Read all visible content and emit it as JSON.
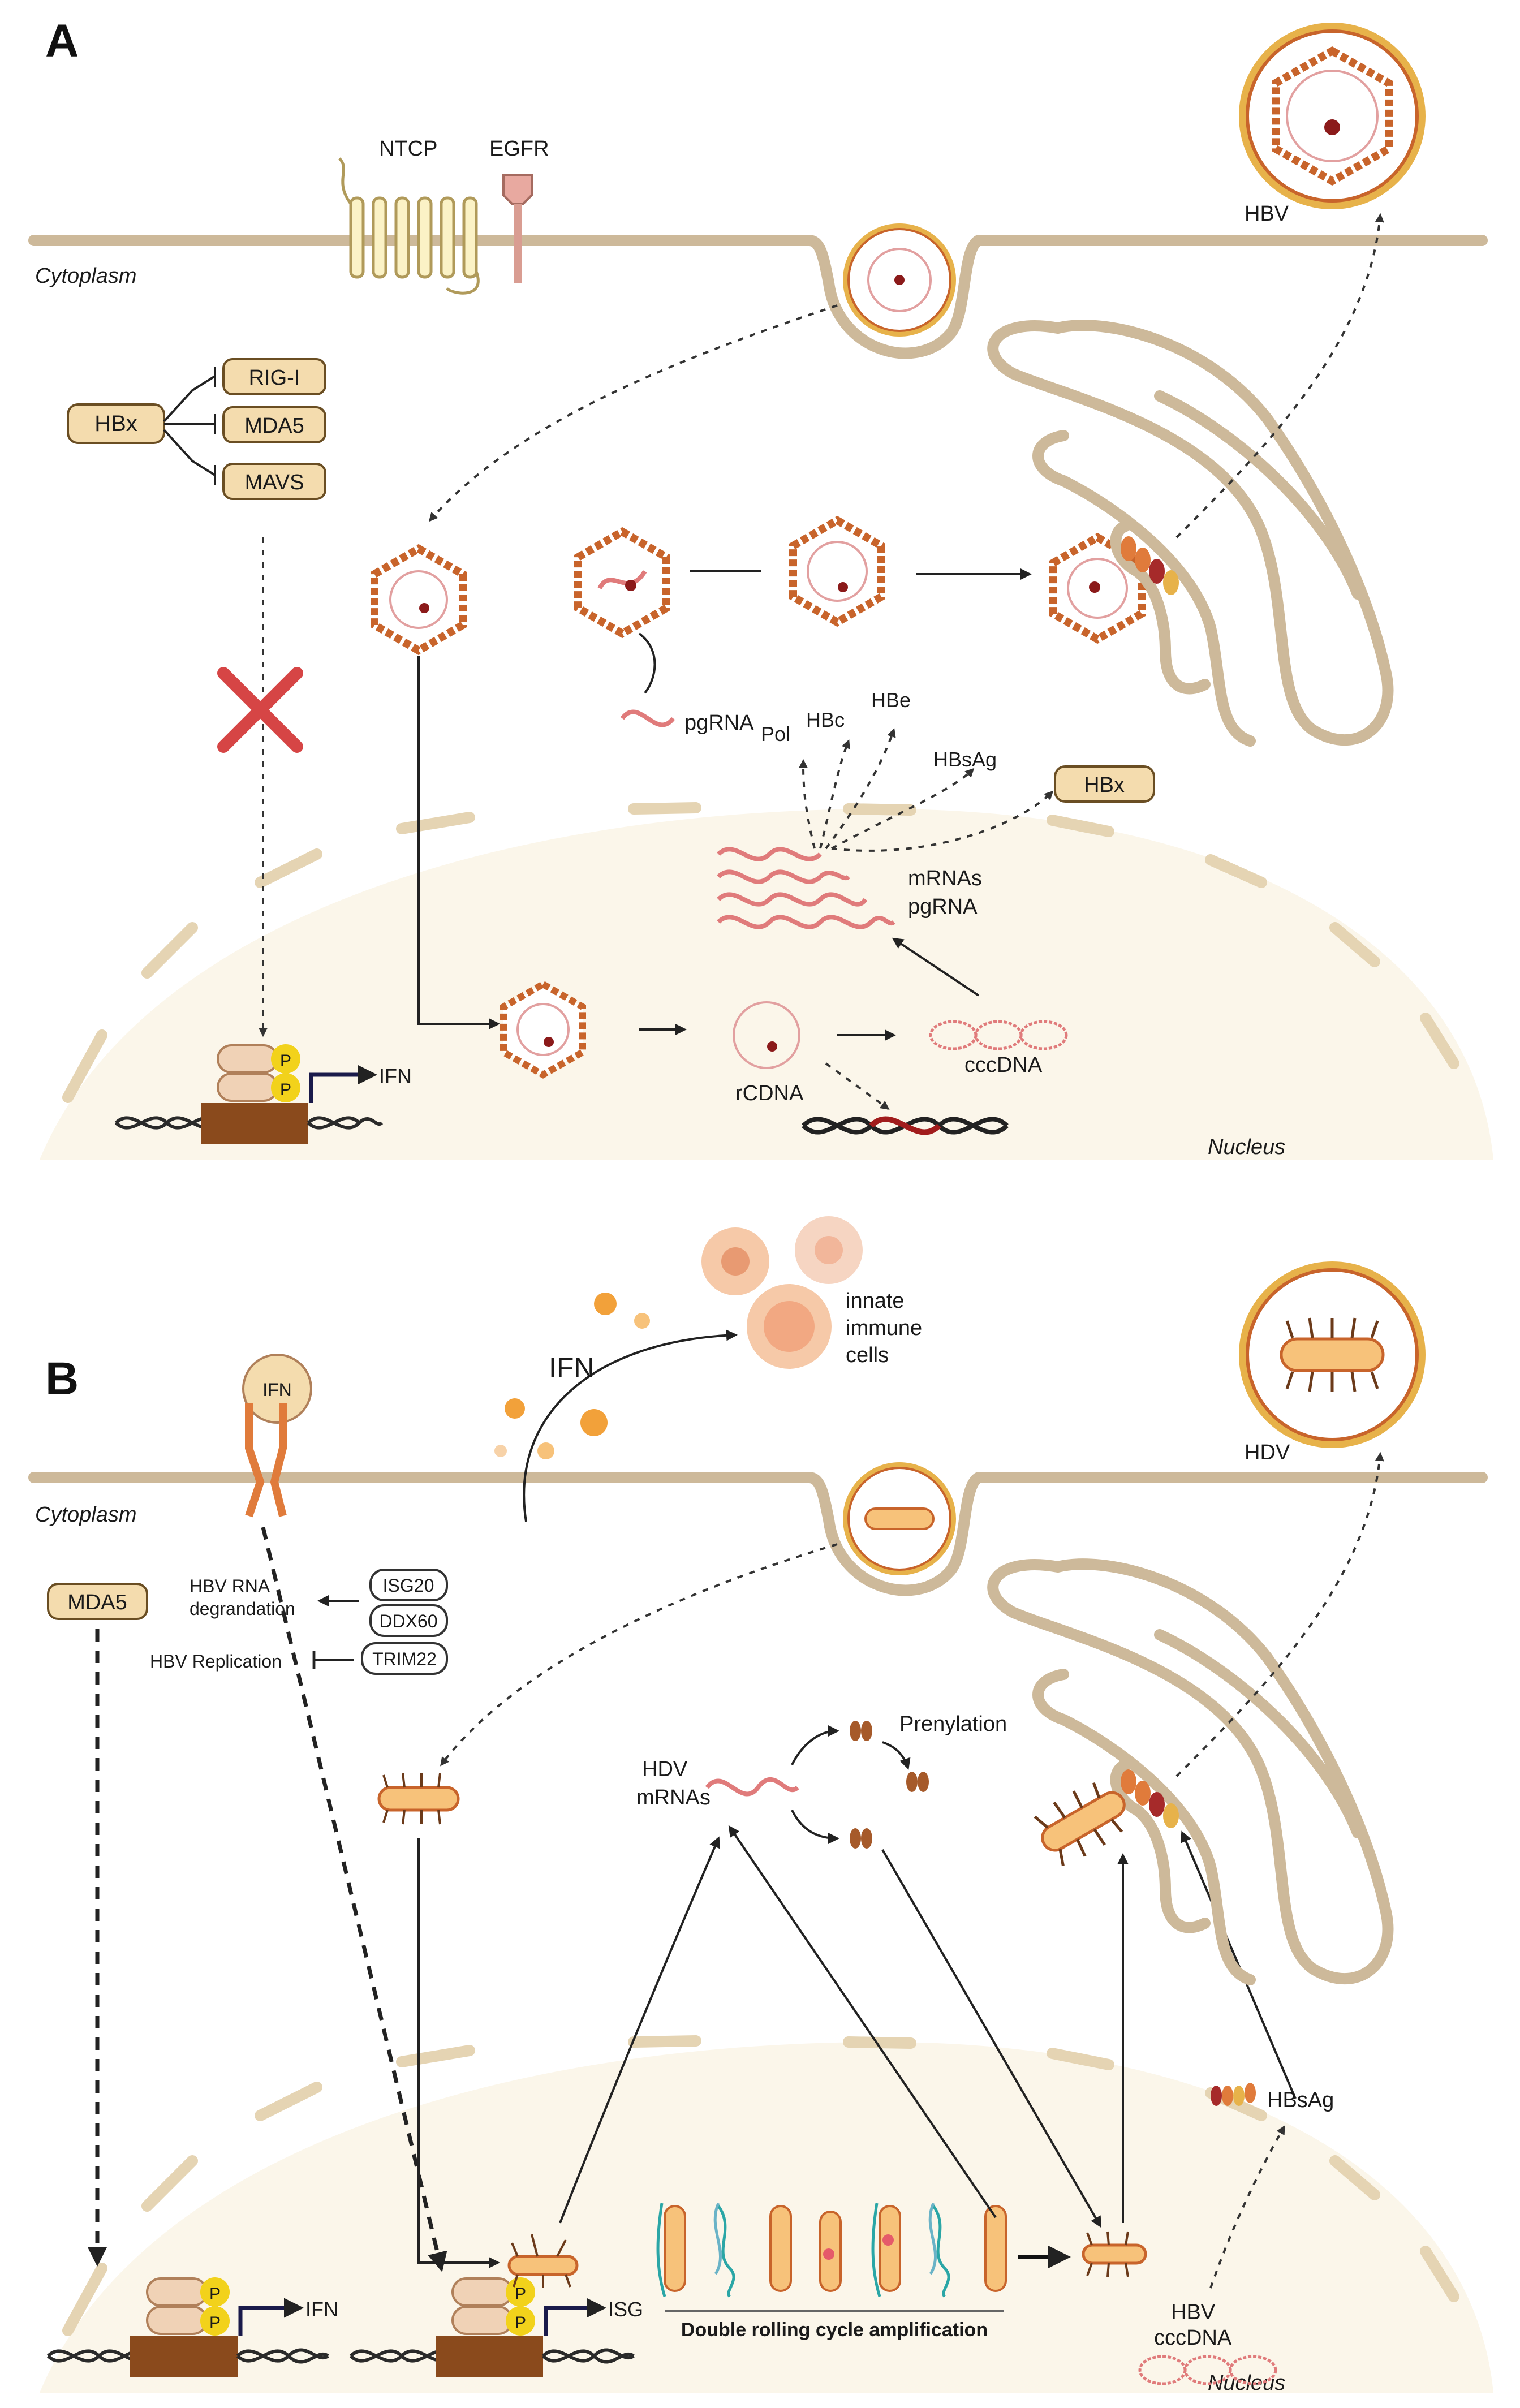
{
  "panel_a": {
    "letter": "A",
    "cytoplasm_label": "Cytoplasm",
    "nucleus_label": "Nucleus",
    "receptors": {
      "ntcp": "NTCP",
      "egfr": "EGFR"
    },
    "virion_label": "HBV",
    "inhibition": {
      "source": "HBx",
      "targets": [
        "RIG-I",
        "MDA5",
        "MAVS"
      ]
    },
    "transcripts": {
      "pgrna": "pgRNA",
      "mrnas": "mRNAs",
      "pgrna2": "pgRNA"
    },
    "proteins": {
      "pol": "Pol",
      "hbc": "HBc",
      "hbe": "HBe",
      "hbsag": "HBsAg",
      "hbx": "HBx"
    },
    "dna_forms": {
      "rcdna": "rCDNA",
      "cccdna": "cccDNA"
    },
    "gene_output": "IFN",
    "phospho": "P"
  },
  "panel_b": {
    "letter": "B",
    "cytoplasm_label": "Cytoplasm",
    "nucleus_label": "Nucleus",
    "virion_label": "HDV",
    "ifn_label": "IFN",
    "ifn_receptor_label": "IFN",
    "innate_cells": [
      "innate",
      "immune",
      "cells"
    ],
    "sensor": "MDA5",
    "effects": {
      "degradation": [
        "HBV RNA",
        "degrandation"
      ],
      "replication": "HBV Replication",
      "isg20": "ISG20",
      "ddx60": "DDX60",
      "trim22": "TRIM22"
    },
    "hdv_mrnas": [
      "HDV",
      "mRNAs"
    ],
    "prenylation": "Prenylation",
    "hbsag": "HBsAg",
    "hbv_cccdna": [
      "HBV",
      "cccDNA"
    ],
    "amplification": "Double rolling cycle amplification",
    "outputs": {
      "ifn": "IFN",
      "isg": "ISG"
    },
    "phospho": "P"
  },
  "colors": {
    "membrane": "#cdb99a",
    "nucleus_fill": "#fbf6ea",
    "protein_box": "#f4dcae",
    "capsid": "#c8642b",
    "rna": "#e07b7b",
    "inhibit_x": "#d64545",
    "phospho": "#f2d21b",
    "promoter": "#8a4a1c"
  }
}
